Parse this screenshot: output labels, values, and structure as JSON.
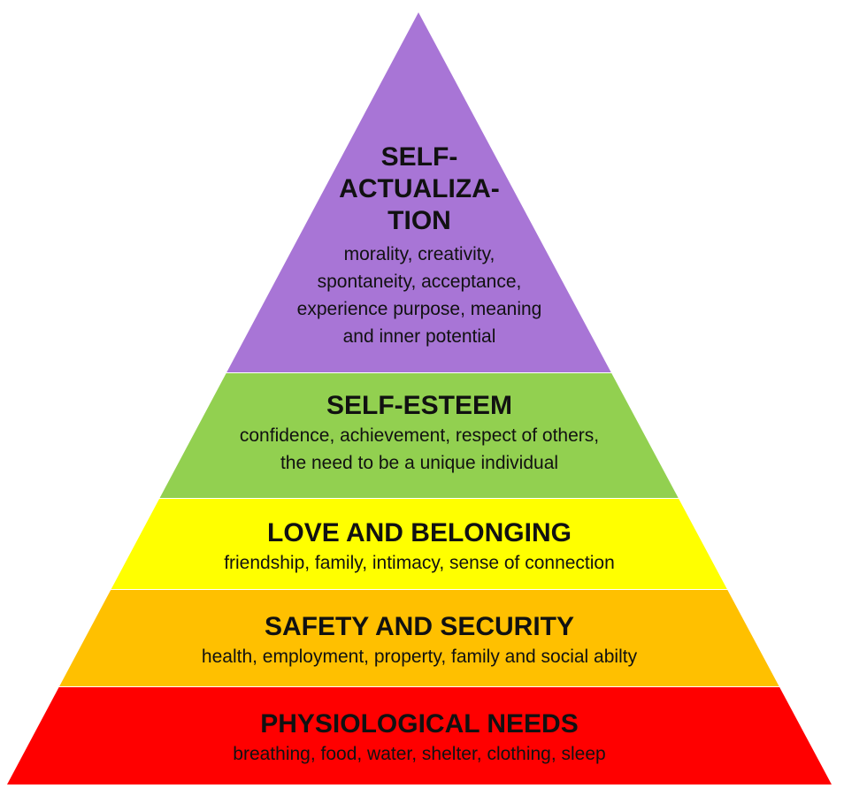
{
  "levels": [
    {
      "title": "SELF-\nACTUALIZA-\nTION",
      "title_lines": [
        "SELF-",
        "ACTUALIZA-",
        "TION"
      ],
      "desc_lines": [
        "morality, creativity,",
        "spontaneity, acceptance,",
        "experience purpose, meaning",
        "and inner potential"
      ],
      "color": "#A875D6"
    },
    {
      "title": "SELF-ESTEEM",
      "desc_lines": [
        "confidence, achievement, respect of others,",
        "the need to be a unique individual"
      ],
      "color": "#92D050"
    },
    {
      "title": "LOVE AND BELONGING",
      "desc_lines": [
        "friendship, family, intimacy, sense of connection"
      ],
      "color": "#FFFF00"
    },
    {
      "title": "SAFETY AND SECURITY",
      "desc_lines": [
        "health, employment, property, family and social abilty"
      ],
      "color": "#FFC000"
    },
    {
      "title": "PHYSIOLOGICAL NEEDS",
      "desc_lines": [
        "breathing, food, water, shelter, clothing, sleep"
      ],
      "color": "#FF0000"
    }
  ]
}
